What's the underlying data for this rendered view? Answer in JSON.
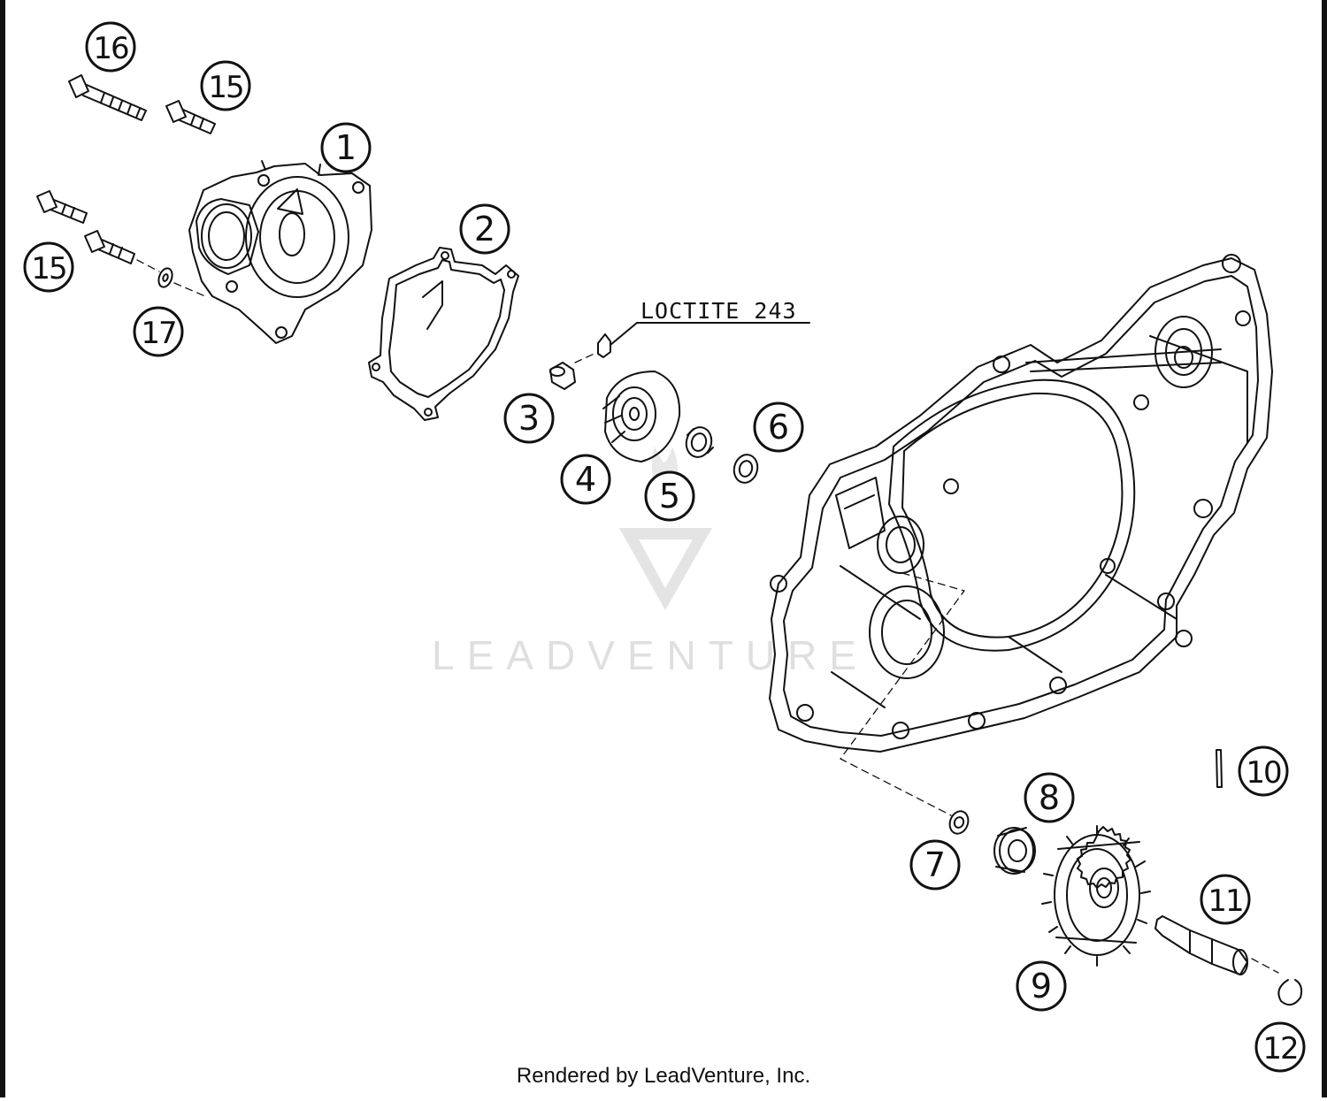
{
  "diagram": {
    "callouts": [
      {
        "id": "c16a",
        "label": "16"
      },
      {
        "id": "c15a",
        "label": "15"
      },
      {
        "id": "c1",
        "label": "1"
      },
      {
        "id": "c2",
        "label": "2"
      },
      {
        "id": "c15b",
        "label": "15"
      },
      {
        "id": "c17",
        "label": "17"
      },
      {
        "id": "c3",
        "label": "3"
      },
      {
        "id": "c4",
        "label": "4"
      },
      {
        "id": "c5",
        "label": "5"
      },
      {
        "id": "c6",
        "label": "6"
      },
      {
        "id": "c10",
        "label": "10"
      },
      {
        "id": "c8",
        "label": "8"
      },
      {
        "id": "c7",
        "label": "7"
      },
      {
        "id": "c11",
        "label": "11"
      },
      {
        "id": "c9",
        "label": "9"
      },
      {
        "id": "c12",
        "label": "12"
      }
    ],
    "note": "LOCTITE 243",
    "watermark": "LEADVENTURE",
    "footer": "Rendered by LeadVenture, Inc."
  }
}
